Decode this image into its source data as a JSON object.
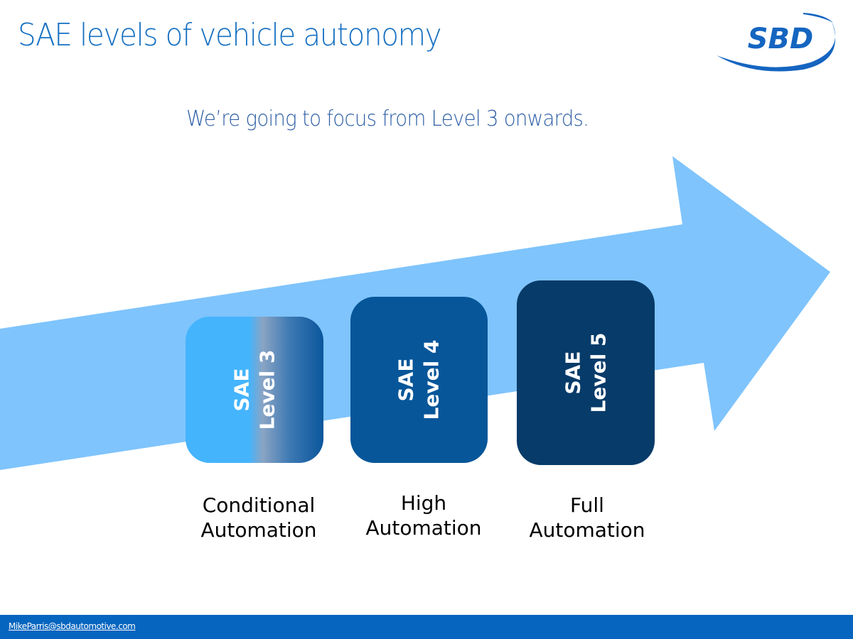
{
  "slide": {
    "title": "SAE levels of vehicle autonomy",
    "subtitle": "We’re going to focus from Level 3 onwards.",
    "logo_text": "SBD",
    "footer_email": "MikeParris@sbdautomotive.com"
  },
  "levels": [
    {
      "line1": "SAE",
      "line2": "Level 3",
      "desc1": "Conditional",
      "desc2": "Automation",
      "color": "#44b4fd",
      "color_end": "#0a569c"
    },
    {
      "line1": "SAE",
      "line2": "Level 4",
      "desc1": "High",
      "desc2": "Automation",
      "color": "#065699"
    },
    {
      "line1": "SAE",
      "line2": "Level 5",
      "desc1": "Full",
      "desc2": "Automation",
      "color": "#073b69"
    }
  ],
  "colors": {
    "arrow": "#7fc4fc",
    "title": "#1570c2",
    "subtitle": "#2e5fa6",
    "footer": "#0665bf",
    "logo": "#1565c0"
  }
}
